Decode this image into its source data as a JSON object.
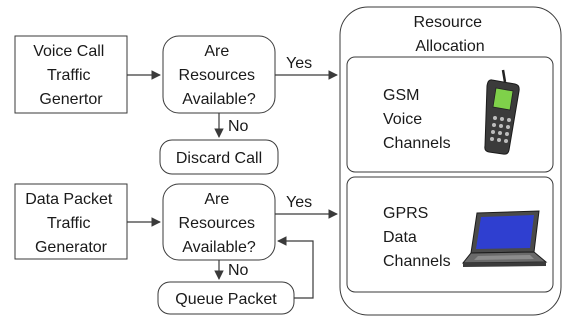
{
  "nodes": {
    "voice_source": [
      "Voice Call",
      "Traffic",
      "Genertor"
    ],
    "voice_check": [
      "Are",
      "Resources",
      "Available?"
    ],
    "discard_call": [
      "Discard Call"
    ],
    "data_source": [
      "Data Packet",
      "Traffic",
      "Generator"
    ],
    "data_check": [
      "Are",
      "Resources",
      "Available?"
    ],
    "queue_packet": [
      "Queue Packet"
    ],
    "resource_allocation": [
      "Resource",
      "Allocation"
    ],
    "gsm_channels": [
      "GSM",
      "Voice",
      "Channels"
    ],
    "gprs_channels": [
      "GPRS",
      "Data",
      "Channels"
    ]
  },
  "edges": {
    "voice_yes": "Yes",
    "voice_no": "No",
    "data_yes": "Yes",
    "data_no": "No"
  },
  "icons": [
    "mobile-phone-icon",
    "laptop-icon"
  ],
  "colors": {
    "stroke": "#3a3a3a",
    "phone_body": "#3b3b3b",
    "phone_screen": "#7fd14a",
    "laptop_screen": "#2f3fd0",
    "laptop_body": "#6a6a6a"
  }
}
